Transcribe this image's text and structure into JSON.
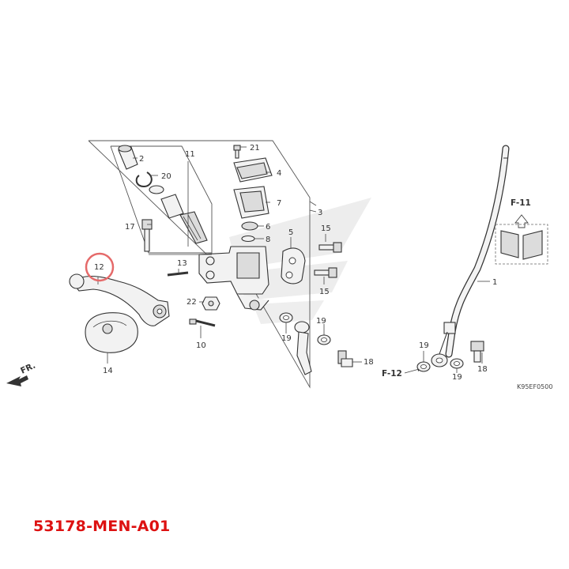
{
  "diagram": {
    "part_number": "53178-MEN-A01",
    "drawing_code": "K95EF0500",
    "direction_label": "FR.",
    "refs": {
      "f11": "F-11",
      "f12": "F-12"
    },
    "callouts": {
      "c1": "1",
      "c2": "2",
      "c3": "3",
      "c4": "4",
      "c5": "5",
      "c6": "6",
      "c7": "7",
      "c8": "8",
      "c10": "10",
      "c11": "11",
      "c12": "12",
      "c13": "13",
      "c14": "14",
      "c15a": "15",
      "c15b": "15",
      "c17": "17",
      "c18a": "18",
      "c18b": "18",
      "c19a": "19",
      "c19b": "19",
      "c19c": "19",
      "c19d": "19",
      "c20": "20",
      "c21": "21",
      "c22": "22"
    },
    "highlight": {
      "color": "#e56a6a",
      "target": "12"
    }
  }
}
